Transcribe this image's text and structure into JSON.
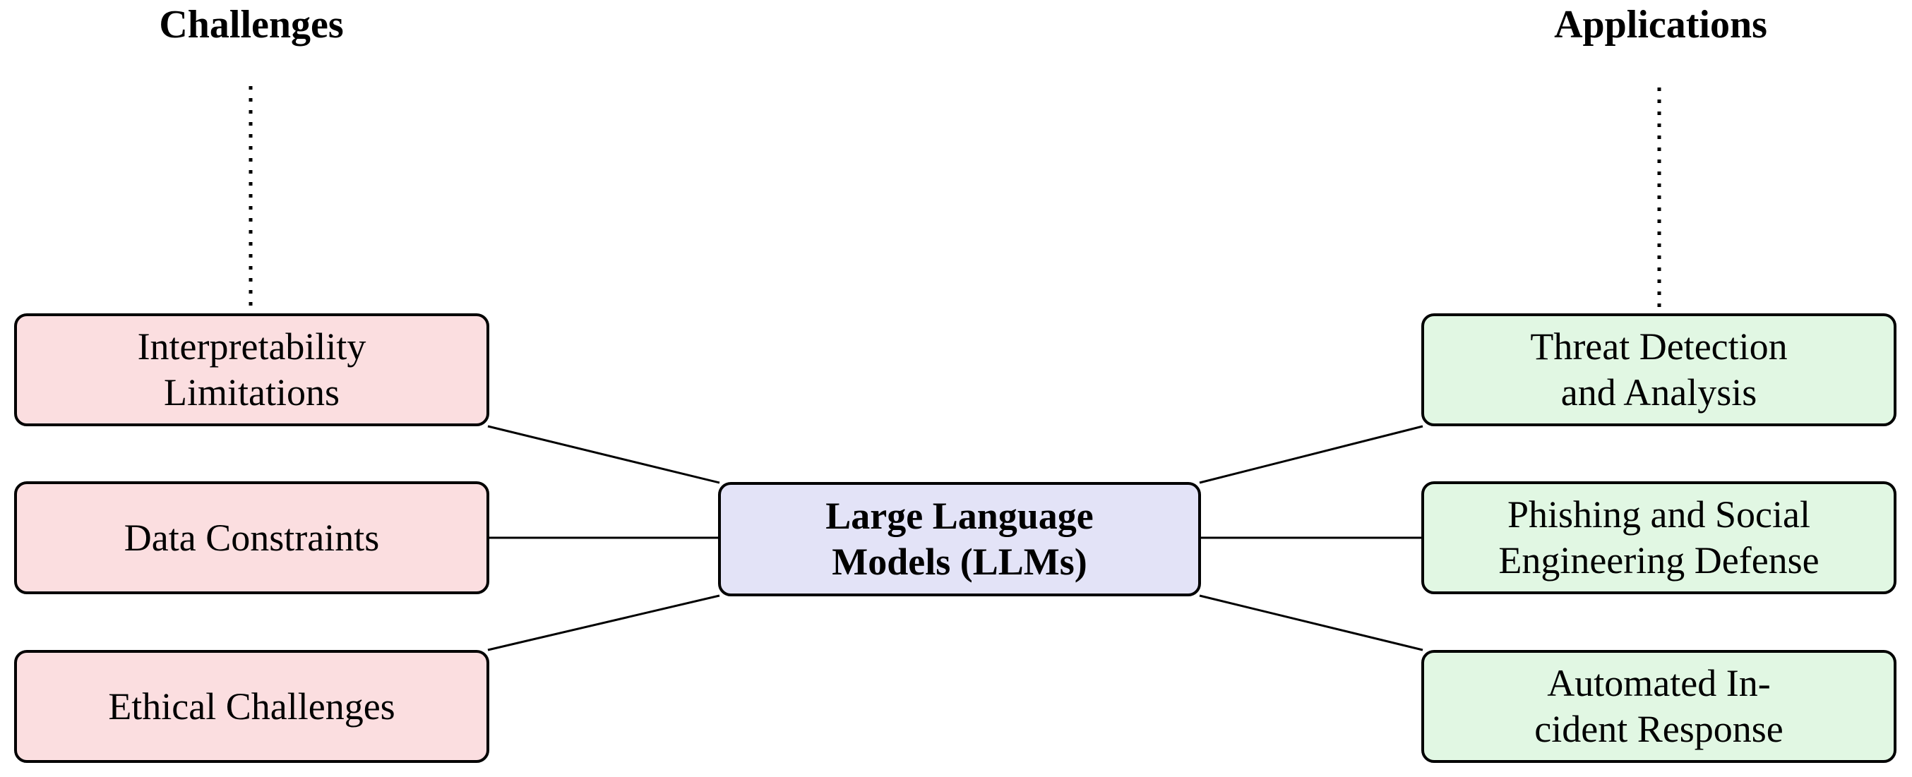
{
  "left_column": {
    "heading": "Challenges",
    "items": [
      {
        "label": "Interpretability\nLimitations"
      },
      {
        "label": "Data Constraints"
      },
      {
        "label": "Ethical Challenges"
      }
    ]
  },
  "center_node": {
    "label": "Large Language\nModels (LLMs)"
  },
  "right_column": {
    "heading": "Applications",
    "items": [
      {
        "label": "Threat Detection\nand Analysis"
      },
      {
        "label": "Phishing and Social\nEngineering Defense"
      },
      {
        "label": "Automated In-\ncident Response"
      }
    ]
  },
  "colors": {
    "challenge_fill": "#fbdee0",
    "application_fill": "#e1f7e3",
    "center_fill": "#e3e3f7",
    "node_border": "#000000",
    "line": "#000000",
    "background": "#ffffff",
    "text": "#000000"
  }
}
